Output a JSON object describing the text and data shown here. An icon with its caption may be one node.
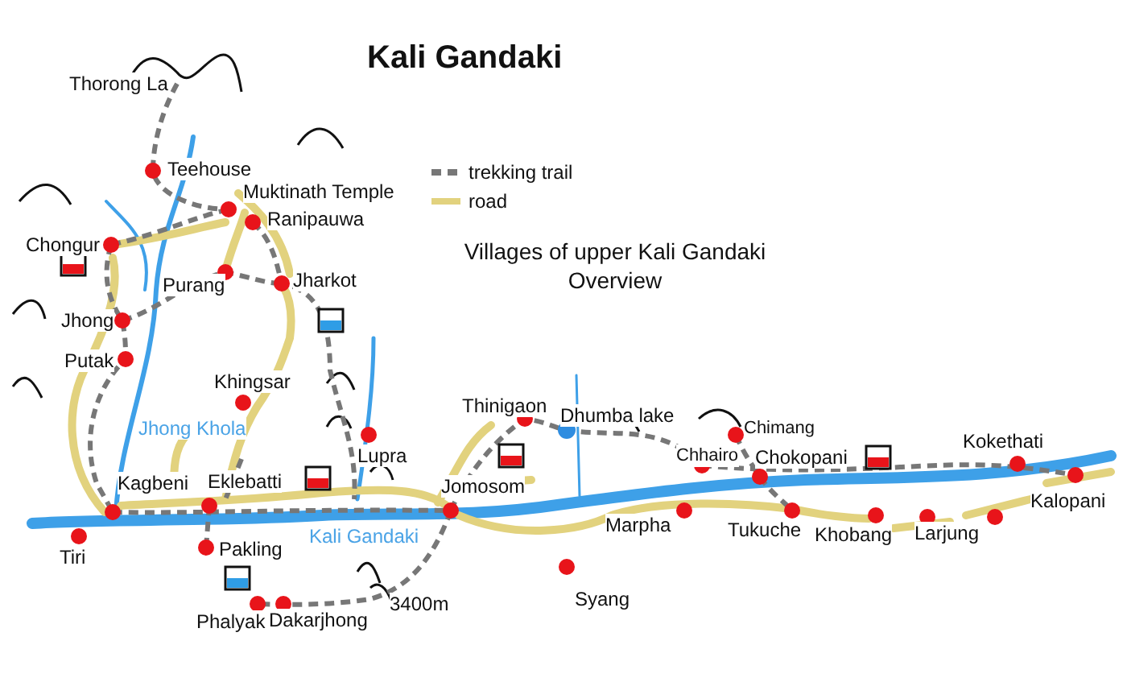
{
  "diagram": {
    "title": "Kali Gandaki",
    "labels": [
      "Thorong La",
      "Teehouse",
      "Muktinath Temple",
      "Ranipauwa",
      "Villages of upper Kali Gandaki Overview",
      "Chongur",
      "Purang",
      "Jharkot",
      "Jhong",
      "Putak",
      "Khingsar",
      "Jhong Khola",
      "Thinigaon",
      "Dhumba lake",
      "Chimang",
      "Lupra",
      "Chhairo",
      "Chokopani",
      "Kokethati",
      "Kagbeni",
      "Eklebatti",
      "Jomosom",
      "Kalopani",
      "Kali Gandaki",
      "Marpha",
      "Tukuche",
      "Khobang",
      "Larjung",
      "Tiri",
      "Pakling",
      "Syang",
      "Phalyak",
      "Dakarjhong",
      "3400m"
    ],
    "legend": [
      {
        "text": "trekking trail"
      },
      {
        "text": "road"
      }
    ]
  }
}
